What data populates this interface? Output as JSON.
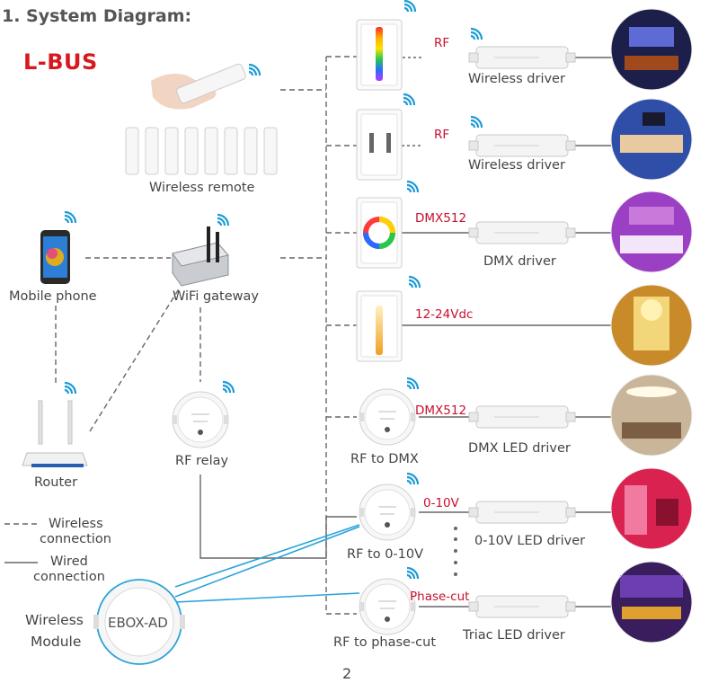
{
  "title": "1. System Diagram:",
  "logo": "L-BUS",
  "labels": {
    "wireless_remote": "Wireless remote",
    "mobile_phone": "Mobile phone",
    "wifi_gateway": "WiFi gateway",
    "router": "Router",
    "rf_relay": "RF relay",
    "rf_to_dmx": "RF to DMX",
    "rf_to_010v": "RF to 0-10V",
    "rf_to_phasecut": "RF to phase-cut",
    "wireless_driver_1": "Wireless driver",
    "wireless_driver_2": "Wireless driver",
    "dmx_driver": "DMX driver",
    "dmx_led_driver": "DMX LED driver",
    "led_driver_010v": "0-10V LED driver",
    "triac_led_driver": "Triac LED driver",
    "wireless_module_1": "Wireless",
    "wireless_module_2": "Module",
    "module_name": "EBOX-AD"
  },
  "signals": {
    "rf_1": "RF",
    "rf_2": "RF",
    "dmx512_1": "DMX512",
    "vdc": "12-24Vdc",
    "dmx512_2": "DMX512",
    "v010": "0-10V",
    "phasecut": "Phase-cut"
  },
  "legend": {
    "wireless_1": "Wireless",
    "wireless_2": "connection",
    "wired_1": "Wired",
    "wired_2": "connection"
  },
  "page_number": "2",
  "colors": {
    "signal_red": "#c8102e",
    "logo_red": "#d7191f",
    "wifi_blue": "#1a9ad6",
    "link_blue": "#29a3d8",
    "line_gray": "#666666"
  }
}
